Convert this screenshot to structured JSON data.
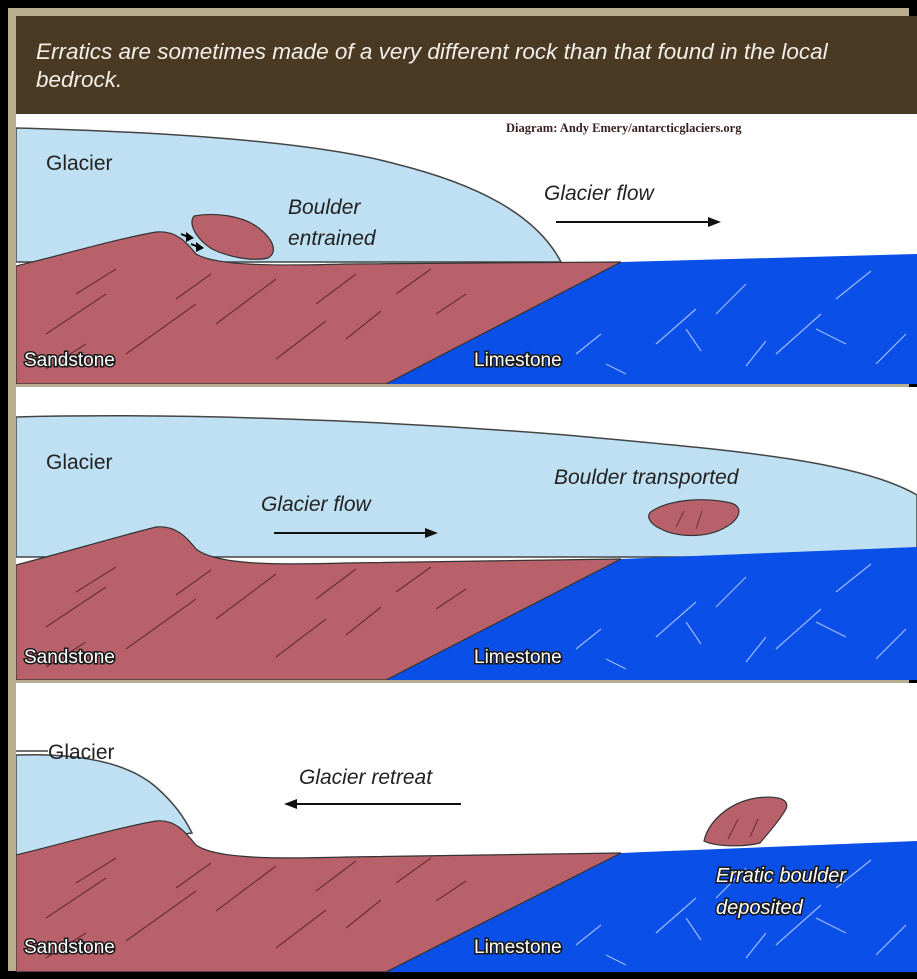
{
  "header": {
    "title": "Erratics are sometimes made of a very different rock than that found in the local bedrock."
  },
  "credit": "Diagram: Andy Emery/antarcticglaciers.org",
  "colors": {
    "header_bg": "#4a3a24",
    "ice": "#bfe0f2",
    "sandstone": "#b8616a",
    "limestone": "#0a4fe8",
    "frame": "#b8ad8e"
  },
  "panels": [
    {
      "glacier": "Glacier",
      "flow": "Glacier flow",
      "boulder": [
        "Boulder",
        "entrained"
      ],
      "sandstone": "Sandstone",
      "limestone": "Limestone"
    },
    {
      "glacier": "Glacier",
      "flow": "Glacier flow",
      "boulder": "Boulder transported",
      "sandstone": "Sandstone",
      "limestone": "Limestone"
    },
    {
      "glacier": "Glacier",
      "flow": "Glacier retreat",
      "boulder": [
        "Erratic boulder",
        "deposited"
      ],
      "sandstone": "Sandstone",
      "limestone": "Limestone"
    }
  ]
}
